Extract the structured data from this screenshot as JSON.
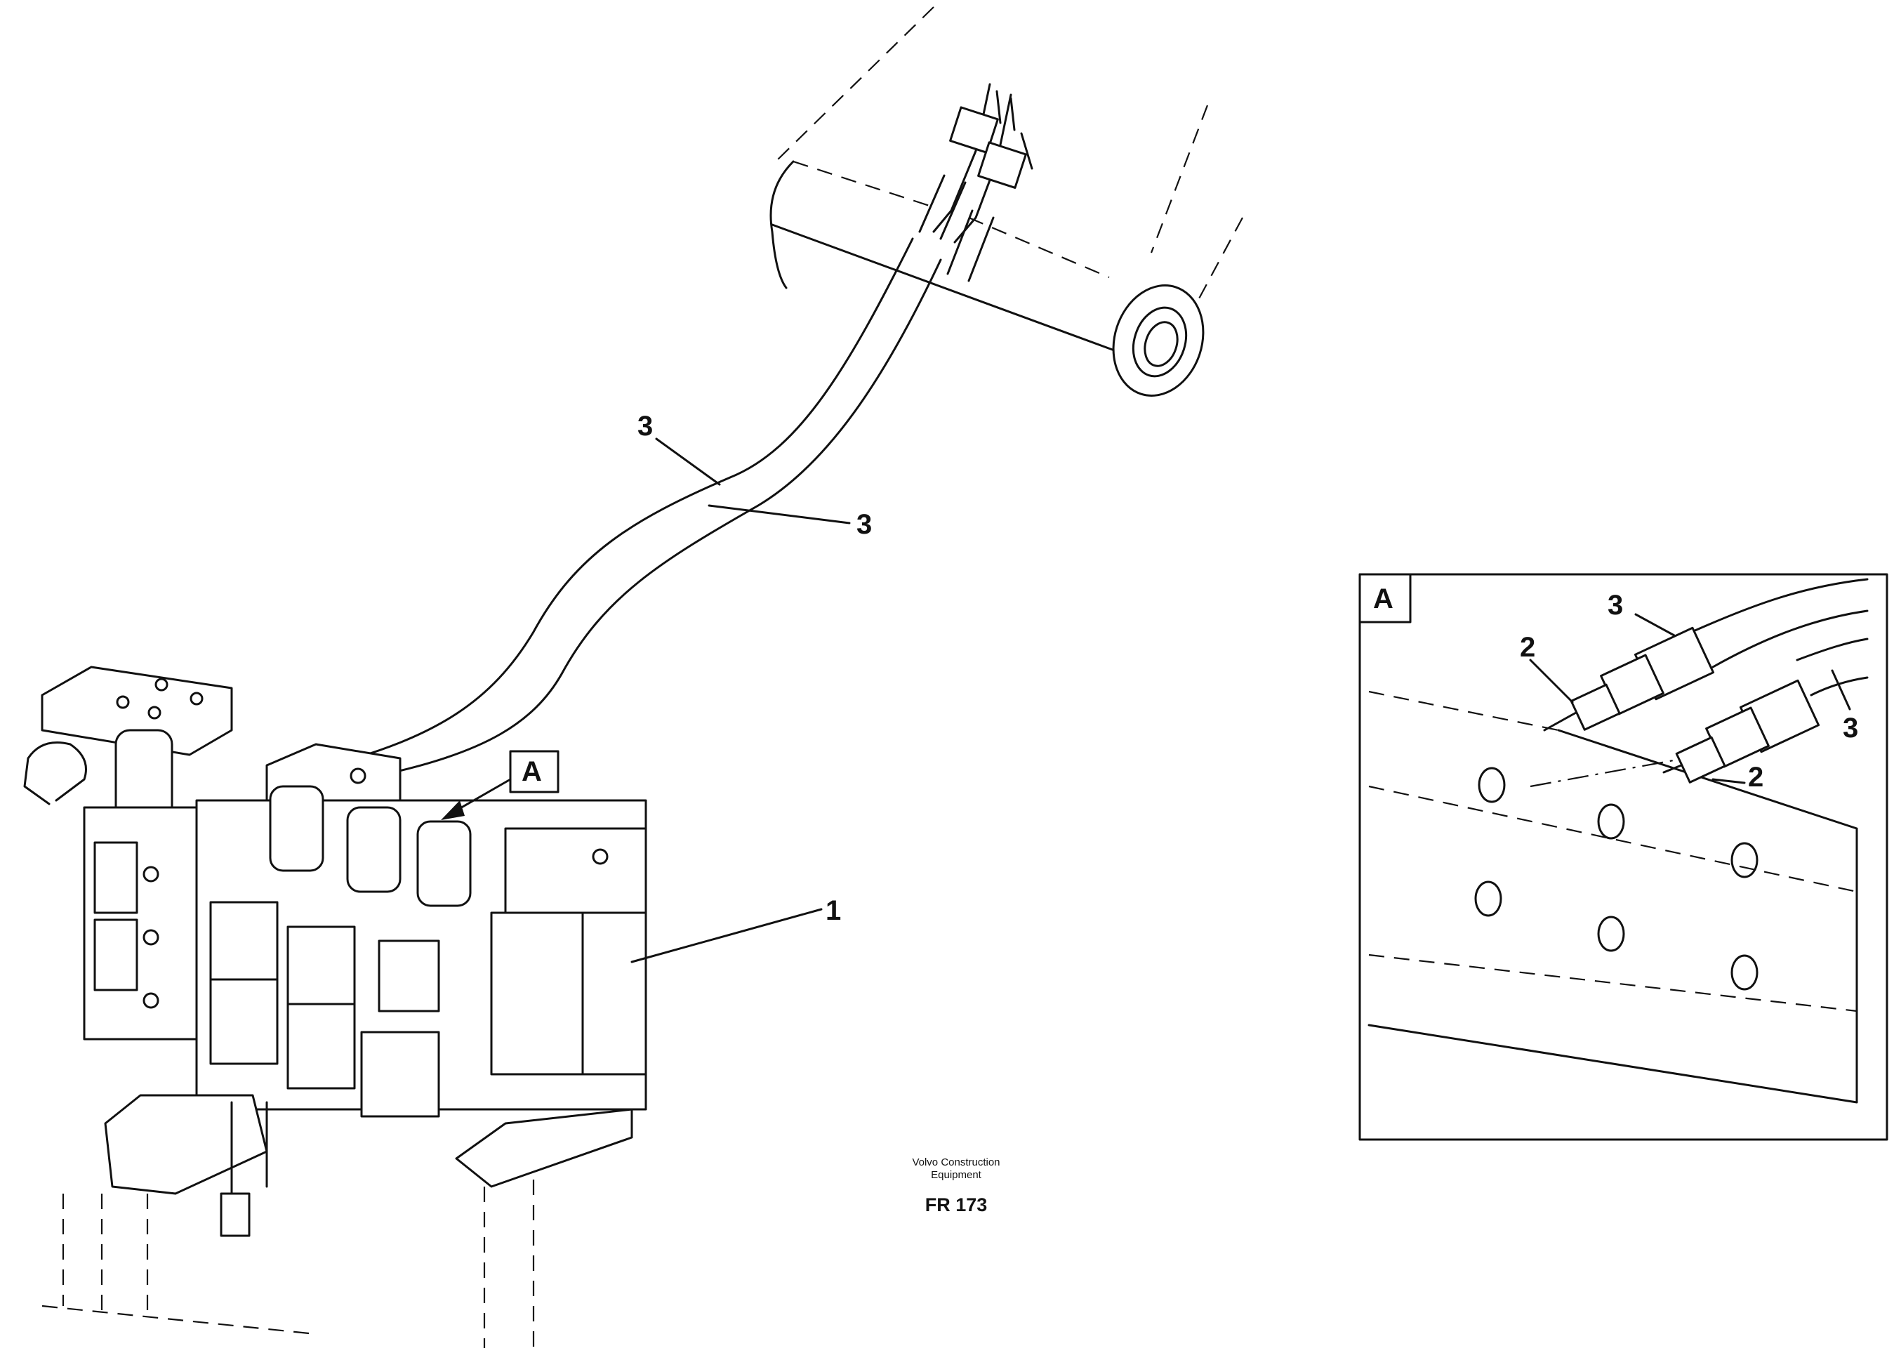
{
  "callouts": {
    "hose_upper": "3",
    "hose_lower": "3",
    "valve_block": "1",
    "detail_ref": "A"
  },
  "detail": {
    "label": "A",
    "hose_left": "3",
    "hose_right": "3",
    "nipple_left": "2",
    "nipple_right": "2"
  },
  "footer": {
    "company_line1": "Volvo Construction",
    "company_line2": "Equipment",
    "code": "FR 173"
  }
}
